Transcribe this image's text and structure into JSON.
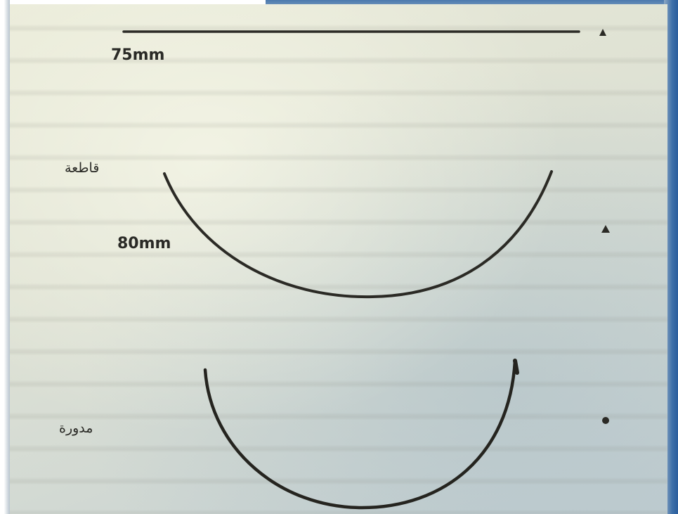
{
  "figure": {
    "straight_needle": {
      "length_label": "75mm",
      "tip_symbol": "triangle-icon"
    },
    "curved_cutting_needle": {
      "length_label": "80mm",
      "type_label": "قاطعة",
      "tip_symbol": "triangle-icon"
    },
    "curved_round_needle": {
      "type_label": "مدورة",
      "tip_symbol": "dot-icon"
    }
  },
  "colors": {
    "ink": "#2a2a26",
    "paper": "#e3e5d6",
    "photo_edge_blue": "#3d6fa8"
  }
}
